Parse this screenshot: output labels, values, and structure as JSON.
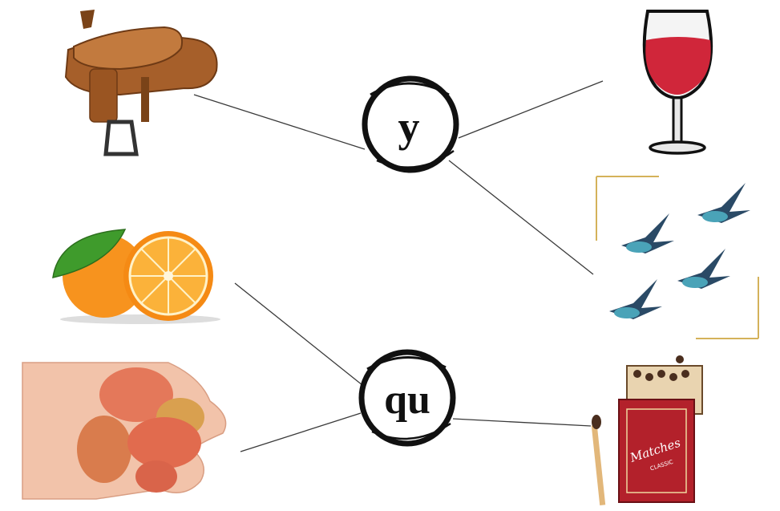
{
  "nodes": {
    "y": {
      "label": "y"
    },
    "qu": {
      "label": "qu"
    }
  },
  "pictures": {
    "saddle": "saddle-picture",
    "orange": "orange-picture",
    "mangoes": "mangoes-in-hand-picture",
    "wine": "wine-glass-picture",
    "swallows": "swallows-picture",
    "matches": "matchbox-picture",
    "matches_box_text": "Matches",
    "matches_box_subtext": "CLASSIC"
  },
  "colors": {
    "ink": "#111111",
    "line": "#3a3a3a",
    "orange": "#f7931e",
    "wine": "#d0263a",
    "mango": "#e4785a",
    "matchbox": "#b3212b"
  }
}
